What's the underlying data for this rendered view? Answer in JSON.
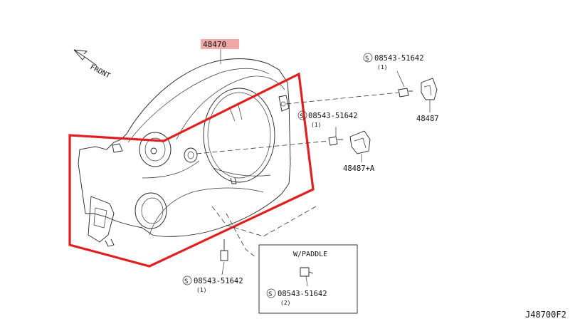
{
  "diagram": {
    "direction": "FRONT",
    "diagram_code": "J48700F2",
    "colors": {
      "highlight_box": "#e0201f",
      "label_bg": "#f0a8a8",
      "ink": "#222222"
    },
    "parts": {
      "main": "48470",
      "screw_top_right": "08543-51642",
      "screw_top_right_qty": "(1)",
      "cap_right": "48487",
      "screw_mid": "08543-51642",
      "screw_mid_qty": "(1)",
      "cap_mid": "48487+A",
      "screw_bottom": "08543-51642",
      "screw_bottom_qty": "(1)",
      "screw_paddle": "08543-51642",
      "screw_paddle_qty": "(2)"
    },
    "inset_title": "W/PADDLE",
    "symbol": "S"
  }
}
